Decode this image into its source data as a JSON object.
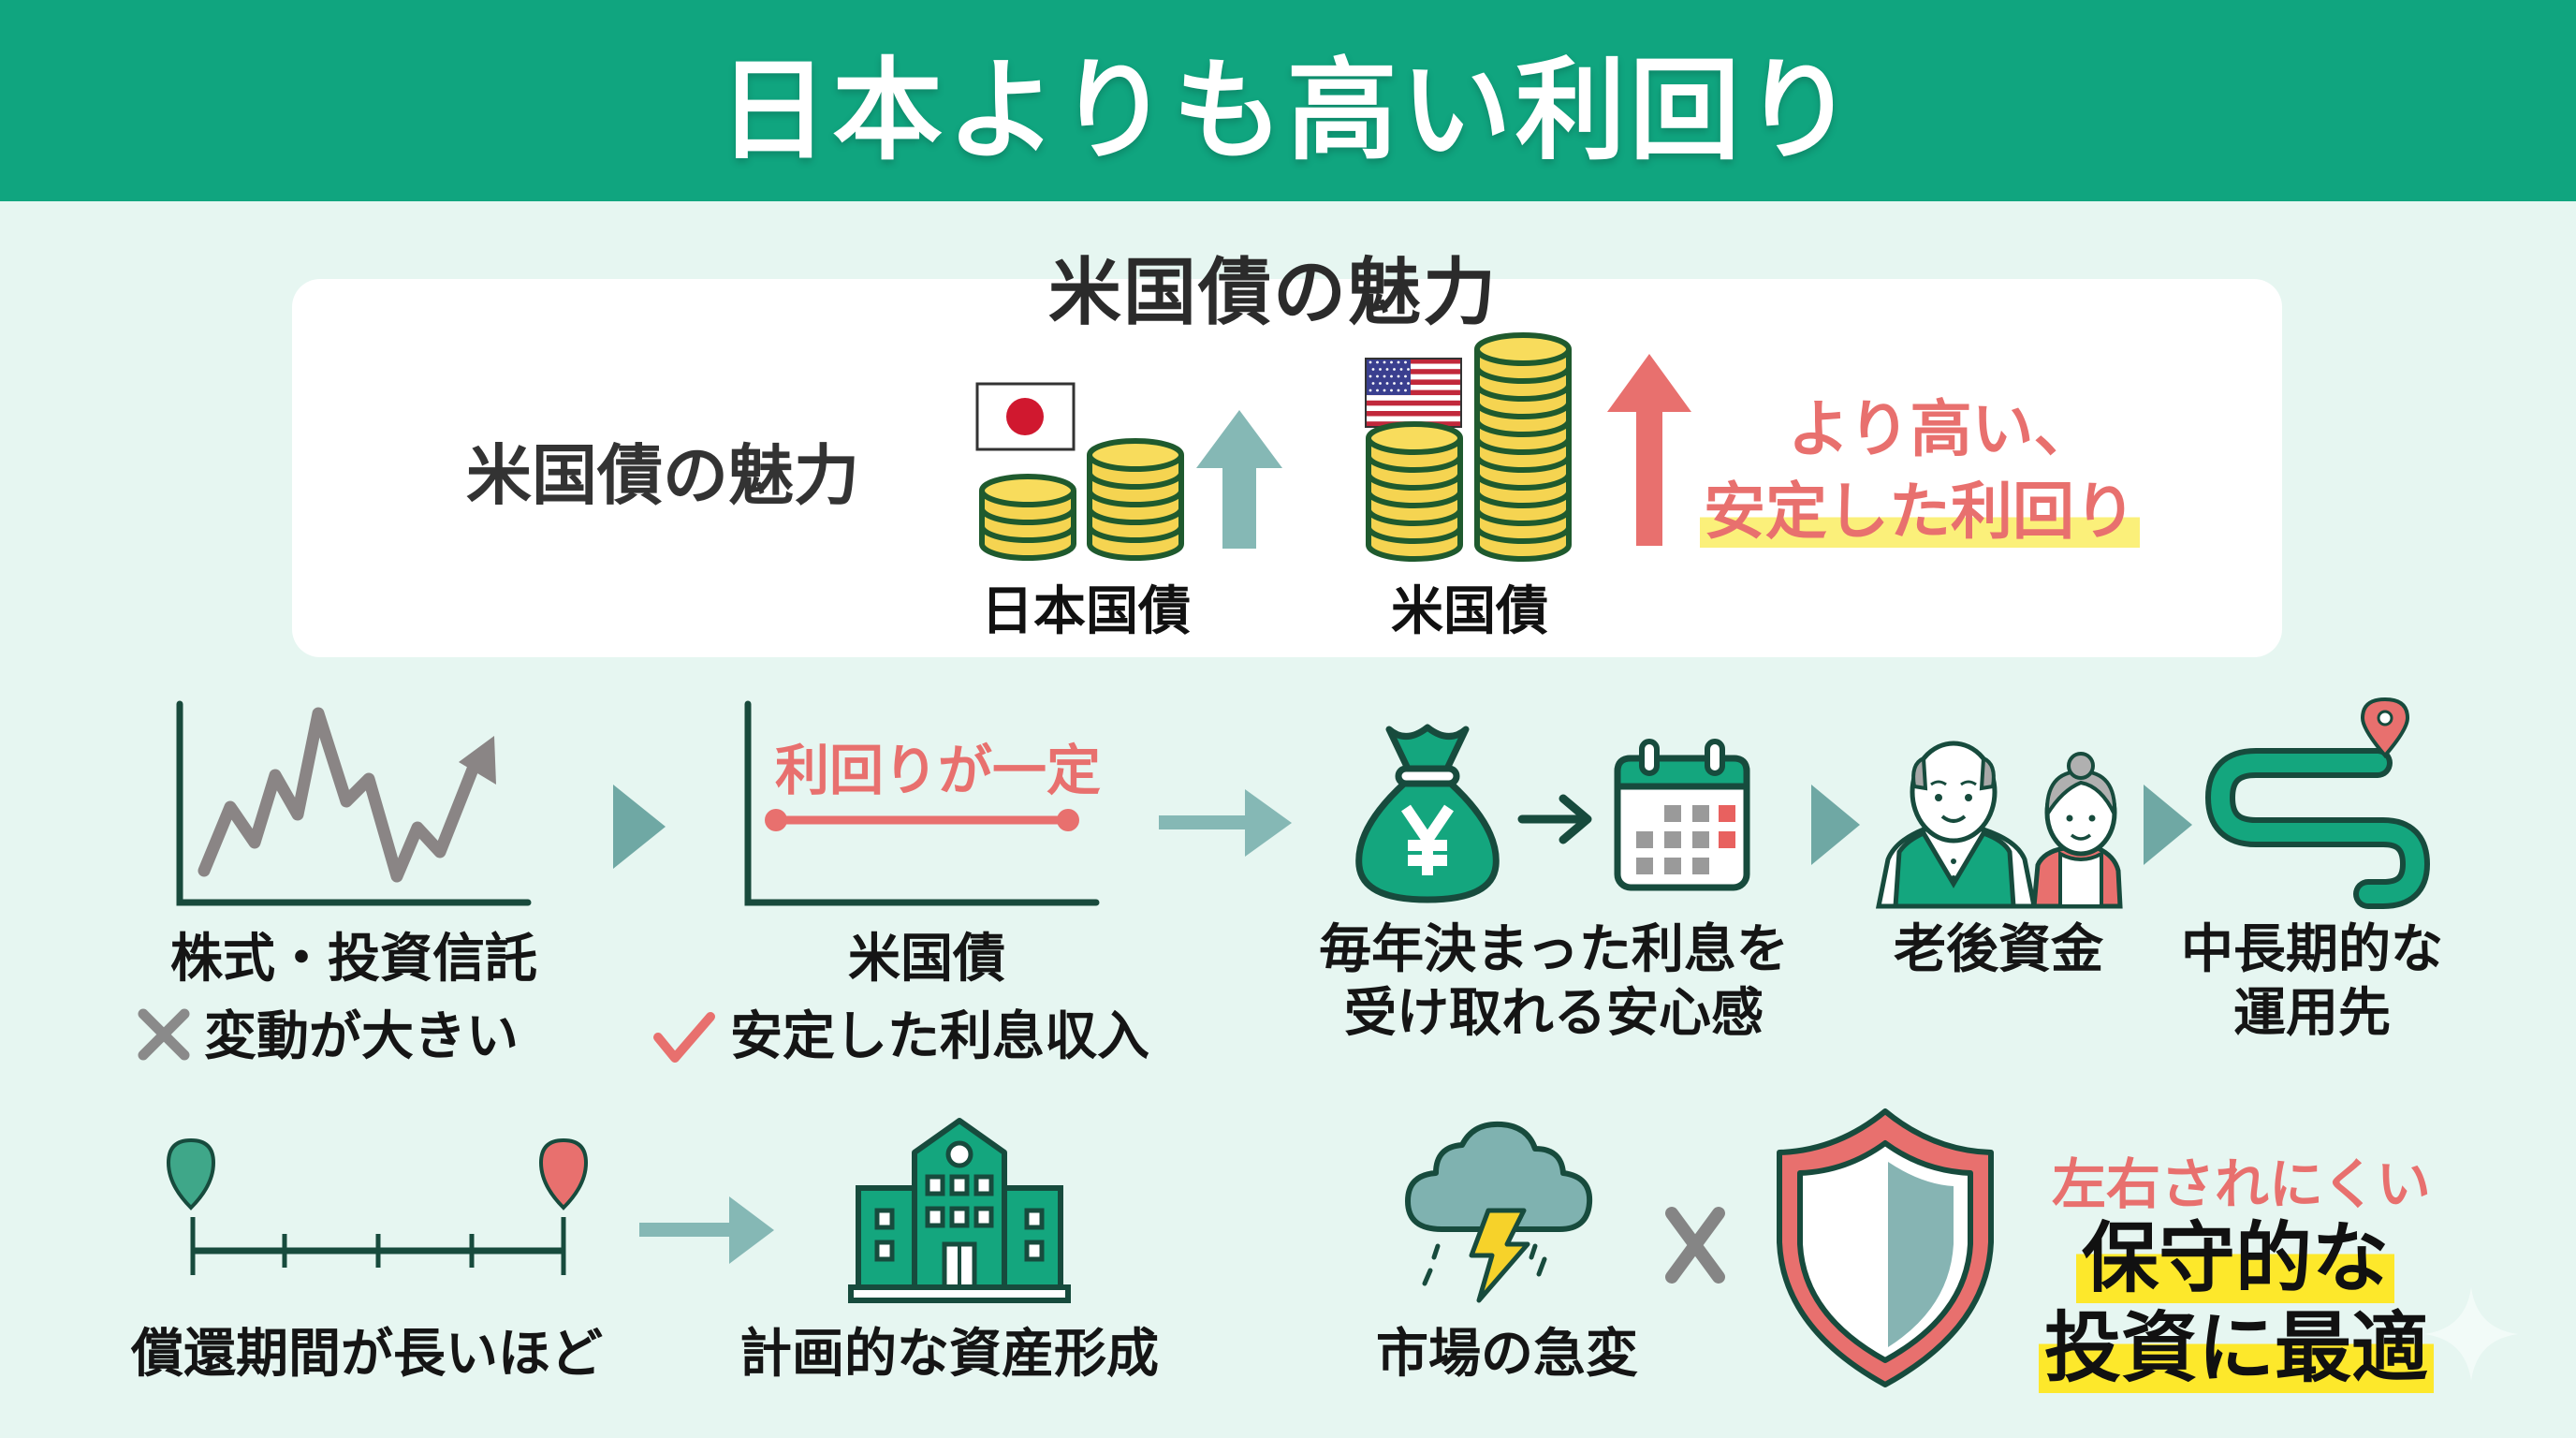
{
  "header": {
    "title": "日本よりも高い利回り"
  },
  "comparison_panel": {
    "heading": "米国債の魅力",
    "side_title": "米国債の魅力",
    "japan": {
      "label": "日本国債",
      "flag": "japan-flag-icon",
      "stack_coin_counts": [
        3,
        5
      ]
    },
    "usa": {
      "label": "米国債",
      "flag": "usa-flag-icon",
      "stack_coin_counts": [
        6,
        11
      ]
    },
    "benefit_line1": "より高い、",
    "benefit_line2": "安定した利回り"
  },
  "flow_row": {
    "stocks": {
      "label": "株式・投資信託",
      "note": "変動が大きい",
      "note_icon": "x-mark-icon"
    },
    "bonds": {
      "chart_label": "利回りが一定",
      "label": "米国債",
      "note": "安定した利息収入",
      "note_icon": "check-mark-icon"
    },
    "interest": {
      "line1": "毎年決まった利息を",
      "line2": "受け取れる安心感"
    },
    "retirement": {
      "label": "老後資金"
    },
    "long_term": {
      "line1": "中長期的な",
      "line2": "運用先"
    }
  },
  "bottom_row": {
    "maturity": {
      "label": "償還期間が長いほど"
    },
    "asset_building": {
      "label": "計画的な資産形成"
    },
    "market": {
      "label": "市場の急変"
    },
    "conclusion": {
      "subtitle": "左右されにくい",
      "line1": "保守的な",
      "line2": "投資に最適"
    }
  },
  "colors": {
    "brand_green": "#10a57f",
    "accent_pink": "#e8706e",
    "teal_arrow": "#7fb6b2",
    "coin_gold": "#f5d451",
    "highlight_yellow": "#fde82b",
    "background": "#e6f6f1"
  }
}
